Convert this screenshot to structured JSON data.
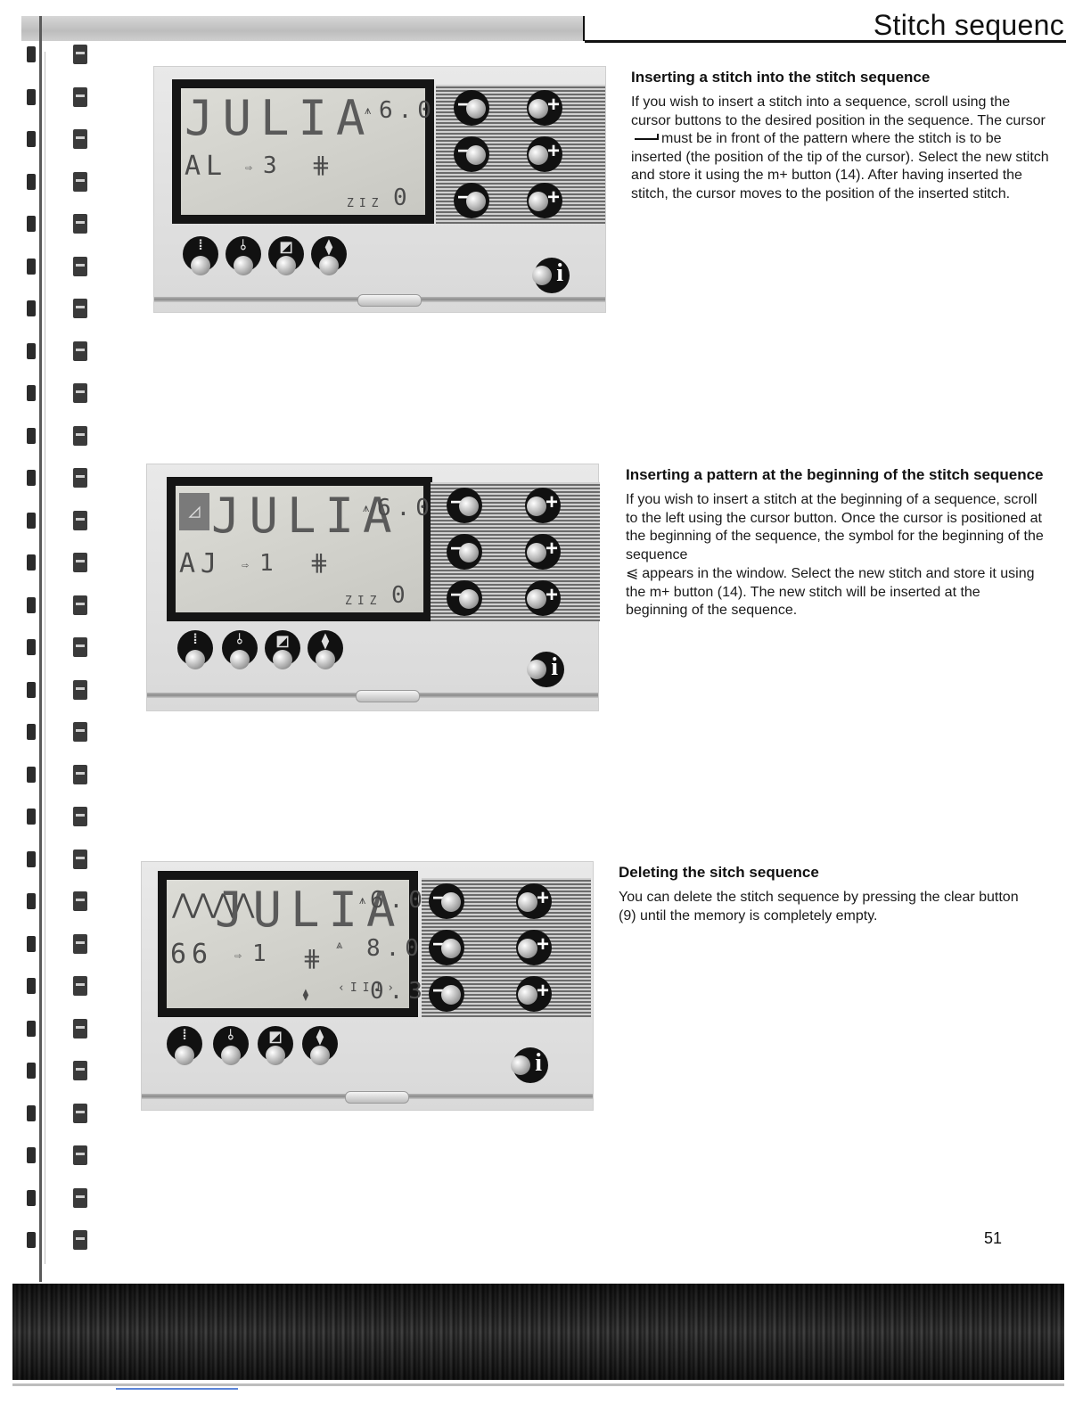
{
  "header": {
    "title": "Stitch sequenc"
  },
  "panels": [
    {
      "pattern_name": "JULIA",
      "row2_code": "AL",
      "row2_mem": "3",
      "width_value": "6.0",
      "counter_value": "0",
      "label_ztz": "ZIZ"
    },
    {
      "pattern_name": "JULIA",
      "row2_code": "AJ",
      "row2_mem": "1",
      "width_value": "6.0",
      "counter_value": "0",
      "label_ztz": "ZIZ"
    },
    {
      "pattern_name": "JULIA",
      "row2_code": "66",
      "row2_mem": "1",
      "width_value": "6.0",
      "length_value": "8.0",
      "density_value": "0.3"
    }
  ],
  "sections": [
    {
      "heading": "Inserting a stitch into the stitch sequence",
      "body_part1": "If you wish to insert a stitch into a sequence, scroll using the cursor buttons to the desired position in the sequence. The cursor",
      "body_part2": "must be in front of the pattern where the stitch is to be inserted (the position of the tip of the cursor). Select the new stitch and store it using the m+ button (14). After having inserted the stitch, the cursor moves to the position of the inserted stitch."
    },
    {
      "heading": "Inserting a pattern at the beginning of the stitch sequence",
      "body_part1": "If you wish to insert a stitch at the beginning of a sequence, scroll to the left using the cursor button. Once the cursor is positioned at the beginning of the sequence, the symbol for the beginning of the sequence",
      "body_part2": "appears in the window. Select the new stitch and store it using the m+ button (14). The new stitch will be inserted at the beginning of the sequence."
    },
    {
      "heading": "Deleting the sitch sequence",
      "body": "You can delete the stitch sequence by pressing the clear button (9) until the memory is completely empty."
    }
  ],
  "page_number": "51",
  "icons": {
    "minus": "−",
    "plus": "+",
    "info": "i",
    "begin_symbol": "⩿"
  }
}
